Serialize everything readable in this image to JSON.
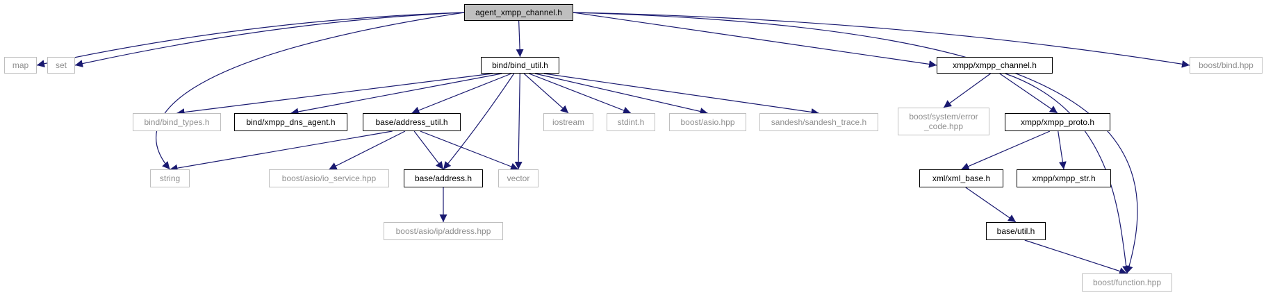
{
  "colors": {
    "edge": "#191970",
    "documented_border": "#000000",
    "external_border": "#bfbfbf",
    "external_text": "#8f8f8f",
    "root_fill": "#bfbfbf"
  },
  "nodes": {
    "agent_xmpp_channel_h": {
      "label": "agent_xmpp_channel.h",
      "kind": "root"
    },
    "map": {
      "label": "map",
      "kind": "ext"
    },
    "set": {
      "label": "set",
      "kind": "ext"
    },
    "bind_bind_util_h": {
      "label": "bind/bind_util.h",
      "kind": "doc"
    },
    "xmpp_xmpp_channel_h": {
      "label": "xmpp/xmpp_channel.h",
      "kind": "doc"
    },
    "boost_bind_hpp": {
      "label": "boost/bind.hpp",
      "kind": "ext"
    },
    "bind_bind_types_h": {
      "label": "bind/bind_types.h",
      "kind": "ext"
    },
    "bind_xmpp_dns_agent_h": {
      "label": "bind/xmpp_dns_agent.h",
      "kind": "doc"
    },
    "base_address_util_h": {
      "label": "base/address_util.h",
      "kind": "doc"
    },
    "iostream": {
      "label": "iostream",
      "kind": "ext"
    },
    "stdint_h": {
      "label": "stdint.h",
      "kind": "ext"
    },
    "boost_asio_hpp": {
      "label": "boost/asio.hpp",
      "kind": "ext"
    },
    "sandesh_sandesh_trace_h": {
      "label": "sandesh/sandesh_trace.h",
      "kind": "ext"
    },
    "boost_system_error_code_hpp": {
      "label": "boost/system/error\n_code.hpp",
      "kind": "ext"
    },
    "xmpp_xmpp_proto_h": {
      "label": "xmpp/xmpp_proto.h",
      "kind": "doc"
    },
    "string": {
      "label": "string",
      "kind": "ext"
    },
    "boost_asio_io_service_hpp": {
      "label": "boost/asio/io_service.hpp",
      "kind": "ext"
    },
    "base_address_h": {
      "label": "base/address.h",
      "kind": "doc"
    },
    "vector": {
      "label": "vector",
      "kind": "ext"
    },
    "xml_xml_base_h": {
      "label": "xml/xml_base.h",
      "kind": "doc"
    },
    "xmpp_xmpp_str_h": {
      "label": "xmpp/xmpp_str.h",
      "kind": "doc"
    },
    "boost_asio_ip_address_hpp": {
      "label": "boost/asio/ip/address.hpp",
      "kind": "ext"
    },
    "base_util_h": {
      "label": "base/util.h",
      "kind": "doc"
    },
    "boost_function_hpp": {
      "label": "boost/function.hpp",
      "kind": "ext"
    }
  },
  "edges": [
    [
      "agent_xmpp_channel_h",
      "map"
    ],
    [
      "agent_xmpp_channel_h",
      "set"
    ],
    [
      "agent_xmpp_channel_h",
      "bind_bind_util_h"
    ],
    [
      "agent_xmpp_channel_h",
      "string"
    ],
    [
      "agent_xmpp_channel_h",
      "xmpp_xmpp_channel_h"
    ],
    [
      "agent_xmpp_channel_h",
      "boost_function_hpp"
    ],
    [
      "agent_xmpp_channel_h",
      "boost_bind_hpp"
    ],
    [
      "bind_bind_util_h",
      "bind_bind_types_h"
    ],
    [
      "bind_bind_util_h",
      "bind_xmpp_dns_agent_h"
    ],
    [
      "bind_bind_util_h",
      "base_address_util_h"
    ],
    [
      "bind_bind_util_h",
      "base_address_h"
    ],
    [
      "bind_bind_util_h",
      "vector"
    ],
    [
      "bind_bind_util_h",
      "iostream"
    ],
    [
      "bind_bind_util_h",
      "stdint_h"
    ],
    [
      "bind_bind_util_h",
      "boost_asio_hpp"
    ],
    [
      "bind_bind_util_h",
      "sandesh_sandesh_trace_h"
    ],
    [
      "base_address_util_h",
      "string"
    ],
    [
      "base_address_util_h",
      "boost_asio_io_service_hpp"
    ],
    [
      "base_address_util_h",
      "base_address_h"
    ],
    [
      "base_address_util_h",
      "vector"
    ],
    [
      "base_address_h",
      "boost_asio_ip_address_hpp"
    ],
    [
      "xmpp_xmpp_channel_h",
      "boost_system_error_code_hpp"
    ],
    [
      "xmpp_xmpp_channel_h",
      "xmpp_xmpp_proto_h"
    ],
    [
      "xmpp_xmpp_channel_h",
      "boost_function_hpp"
    ],
    [
      "xmpp_xmpp_proto_h",
      "xml_xml_base_h"
    ],
    [
      "xmpp_xmpp_proto_h",
      "xmpp_xmpp_str_h"
    ],
    [
      "xml_xml_base_h",
      "base_util_h"
    ],
    [
      "base_util_h",
      "boost_function_hpp"
    ]
  ]
}
